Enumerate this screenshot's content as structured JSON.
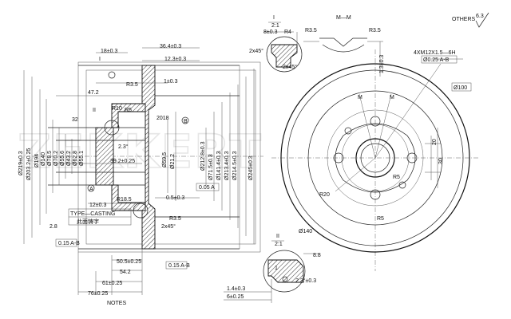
{
  "watermark": "ZEKKERT",
  "others_label": "OTHERS",
  "roughness_value": "6.3",
  "section_labels": {
    "detail_i": "I",
    "detail_i_scale": "2:1",
    "detail_ii": "II",
    "detail_ii_scale": "2:1",
    "view_mm": "M—M",
    "mark_m": "M",
    "mark_a": "A",
    "mark_b": "B"
  },
  "casting_text": {
    "type": "TYPE—CASTING",
    "chinese": "此面铸字"
  },
  "notes_label": "NOTES",
  "dims_left": {
    "top": [
      "18±0.3",
      "36.4±0.3",
      "12.3±0.3",
      "R3.5",
      "1±0.3",
      "47.2",
      "R10",
      "R5",
      "2018",
      "32",
      "2.3°",
      "39.2±0.25",
      "12±0.3",
      "R18.5",
      "0.5±0.3",
      "R3.5",
      "2x45°",
      "2.8"
    ],
    "vertical": [
      "Ø219±0.3",
      "Ø203.2±0.25",
      "Ø194",
      "Ø140",
      "Ø78.5",
      "Ø70.2",
      "Ø55.6",
      "Ø43.2",
      "Ø62.8",
      "Ø55.1",
      "Ø59.5",
      "Ø212.8±0.3",
      "Ø141.4±0.3",
      "Ø213.4±0.3",
      "Ø214.5±0.3",
      "Ø245±0.3",
      "Ø71.5±0.3",
      "Ø21.2"
    ],
    "bottom": [
      "50.5±0.25",
      "54.2",
      "61±0.25",
      "76±0.25"
    ],
    "tolerances": [
      "0.15 A-B",
      "0.15 A-B",
      "0.05 A"
    ]
  },
  "dims_detail_i": [
    "8±0.3",
    "R4",
    "2x45°",
    "2x45°"
  ],
  "dims_view_mm": [
    "R3.5",
    "R3.5",
    "1.3±0.3"
  ],
  "dims_front": [
    "4XM12X1.5—6H",
    "Ø0.25 A-B",
    "Ø100",
    "R20",
    "R5",
    "R5",
    "Ø140",
    "20",
    "30"
  ],
  "dims_detail_ii": [
    "8.8",
    "2.3°±0.3",
    "1.4±0.3",
    "6±0.25",
    "1"
  ]
}
